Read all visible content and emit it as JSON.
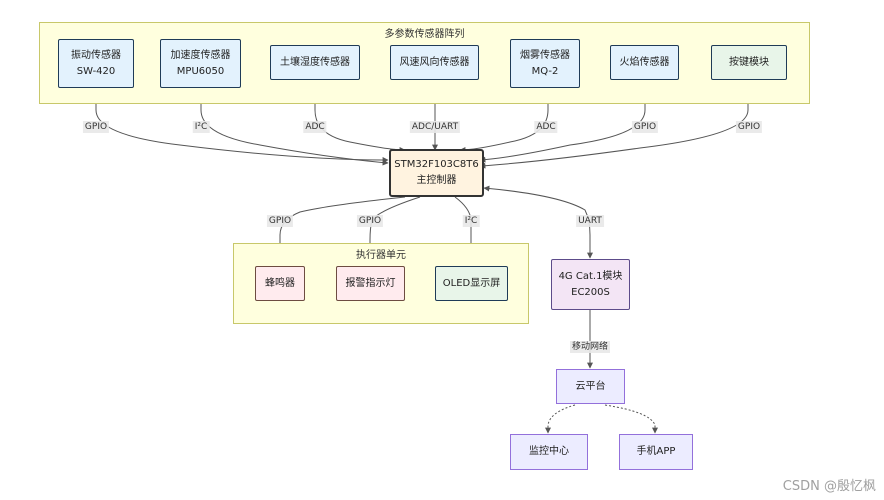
{
  "clusters": {
    "sensors": "多参数传感器阵列",
    "actuators": "执行器单元"
  },
  "nodes": {
    "vibration": [
      "振动传感器",
      "SW-420"
    ],
    "accel": [
      "加速度传感器",
      "MPU6050"
    ],
    "soil": [
      "土壤湿度传感器"
    ],
    "wind": [
      "风速风向传感器"
    ],
    "smoke": [
      "烟雾传感器",
      "MQ-2"
    ],
    "flame": [
      "火焰传感器"
    ],
    "button": [
      "按键模块"
    ],
    "mcu": [
      "STM32F103C8T6",
      "主控制器"
    ],
    "buzzer": [
      "蜂鸣器"
    ],
    "alarm_light": [
      "报警指示灯"
    ],
    "oled": [
      "OLED显示屏"
    ],
    "modem": [
      "4G Cat.1模块",
      "EC200S"
    ],
    "cloud": [
      "云平台"
    ],
    "monitor": [
      "监控中心"
    ],
    "app": [
      "手机APP"
    ]
  },
  "edge_labels": {
    "vibration": "GPIO",
    "accel": "I²C",
    "soil": "ADC",
    "wind": "ADC/UART",
    "smoke": "ADC",
    "flame": "GPIO",
    "button": "GPIO",
    "buzzer": "GPIO",
    "alarm_light": "GPIO",
    "oled": "I²C",
    "modem": "UART",
    "cloud": "移动网络"
  },
  "watermark": "CSDN @殷忆枫",
  "colors": {
    "cluster_fill": "#ffffde",
    "sensor_fill": "#e3f2fd",
    "button_fill": "#e8f5e9",
    "mcu_fill": "#fff3e0",
    "actuator_fill": "#ffebee",
    "modem_fill": "#f3e5f5",
    "cloud_fill": "#ececff",
    "edge": "#555555"
  }
}
